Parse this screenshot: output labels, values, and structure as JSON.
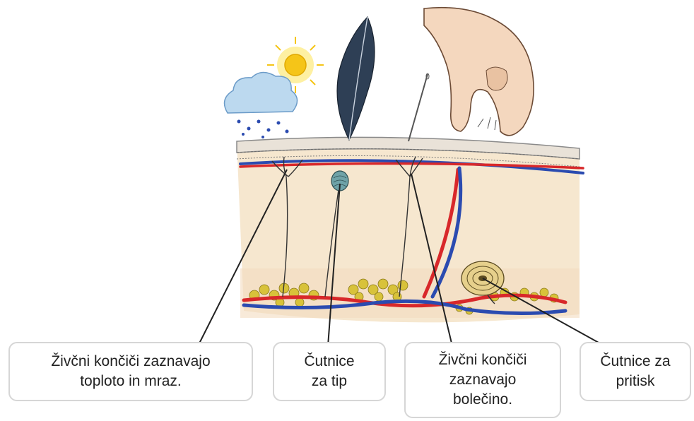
{
  "labels": [
    {
      "lines": [
        "Živčni končiči zaznavajo",
        "toploto in mraz."
      ]
    },
    {
      "lines": [
        "Čutnice",
        "za tip"
      ]
    },
    {
      "lines": [
        "Živčni končiči",
        "zaznavajo",
        "bolečino."
      ]
    },
    {
      "lines": [
        "Čutnice za",
        "pritisk"
      ]
    }
  ],
  "colors": {
    "artery": "#d8282a",
    "vein": "#2b4bb0",
    "skin": "#f6e6cc",
    "fat": "#d9c43a",
    "sun": "#f5d020"
  },
  "icons": [
    "sun-icon",
    "cloud-snow-icon",
    "feather-icon",
    "needle-icon",
    "hand-icon"
  ]
}
